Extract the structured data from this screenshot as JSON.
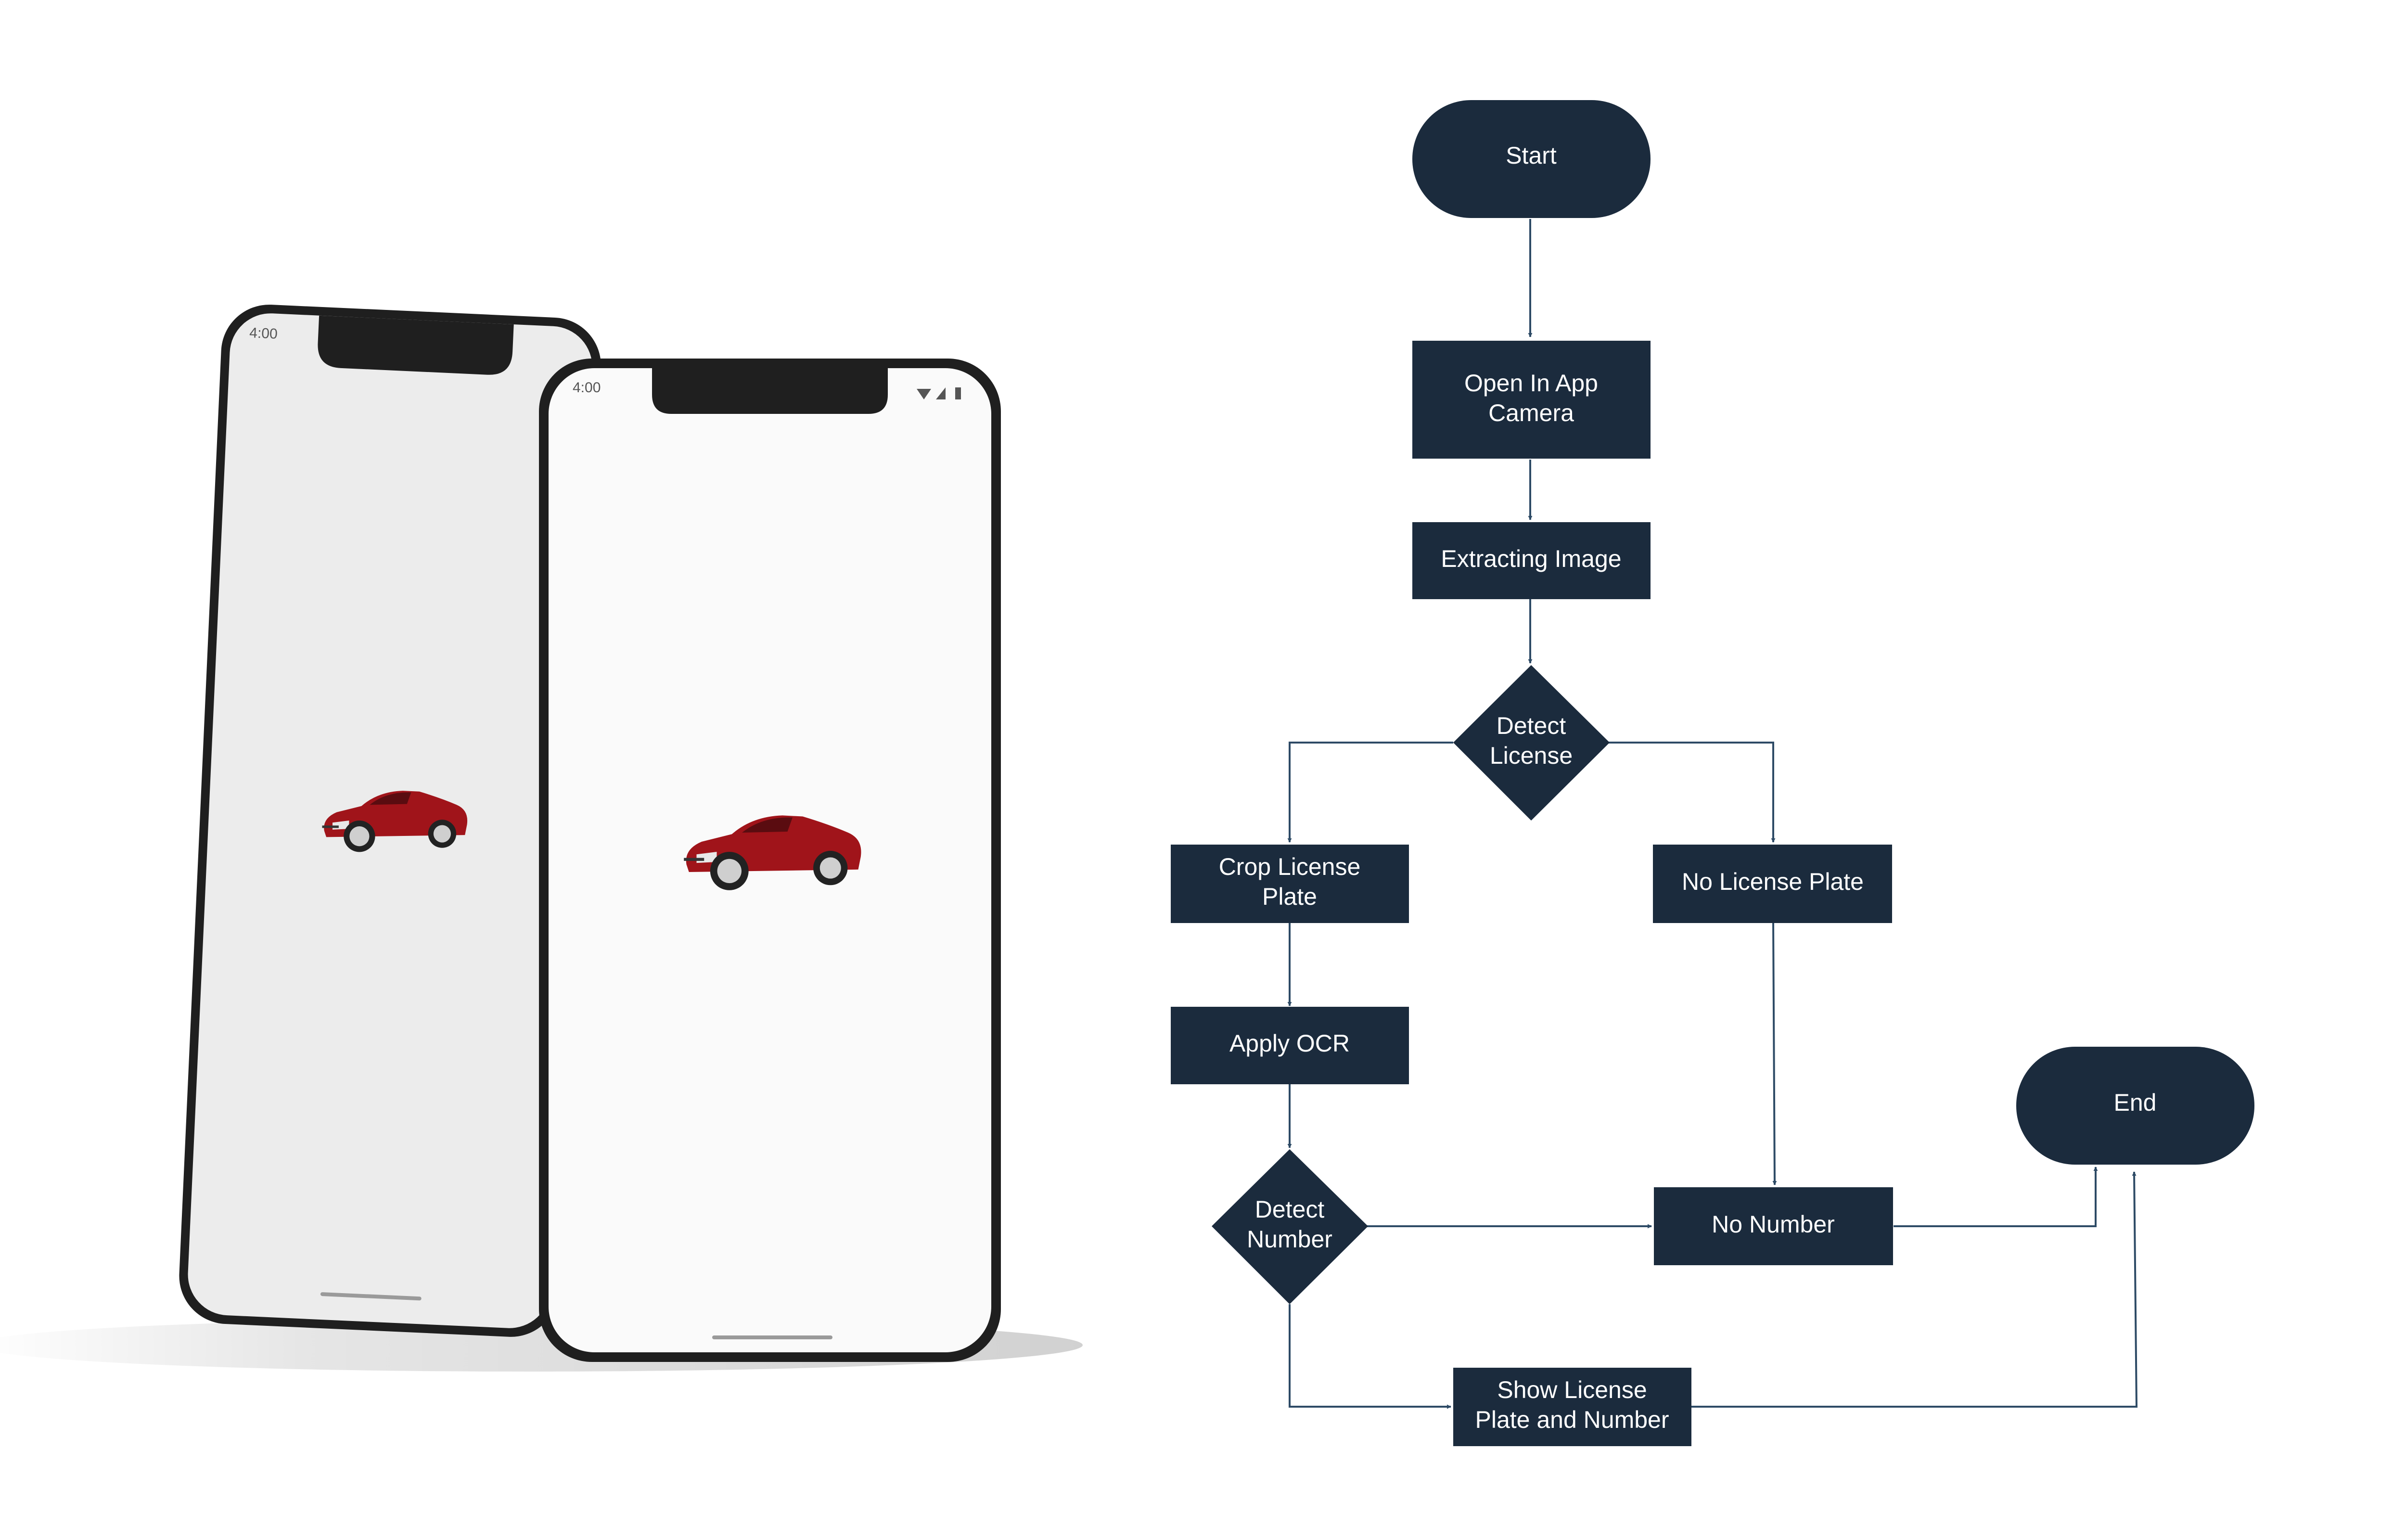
{
  "phones": {
    "back_phone": {
      "status_time": "4:00"
    },
    "front_phone": {
      "status_time": "4:00"
    }
  },
  "flowchart": {
    "start": "Start",
    "open_camera": [
      "Open In App",
      "Camera"
    ],
    "extracting_image": "Extracting Image",
    "detect_license": [
      "Detect",
      "License"
    ],
    "crop_license_plate": [
      "Crop License",
      "Plate"
    ],
    "no_license_plate": "No License Plate",
    "apply_ocr": "Apply OCR",
    "detect_number": [
      "Detect",
      "Number"
    ],
    "no_number": "No Number",
    "end": "End",
    "show_license_plate_and_number": [
      "Show License",
      "Plate and Number"
    ]
  },
  "colors": {
    "node_fill": "#1b2b3d",
    "edge_stroke": "#2e4b66",
    "phone_frame": "#1f1f1f",
    "car_body": "#a0141a"
  }
}
